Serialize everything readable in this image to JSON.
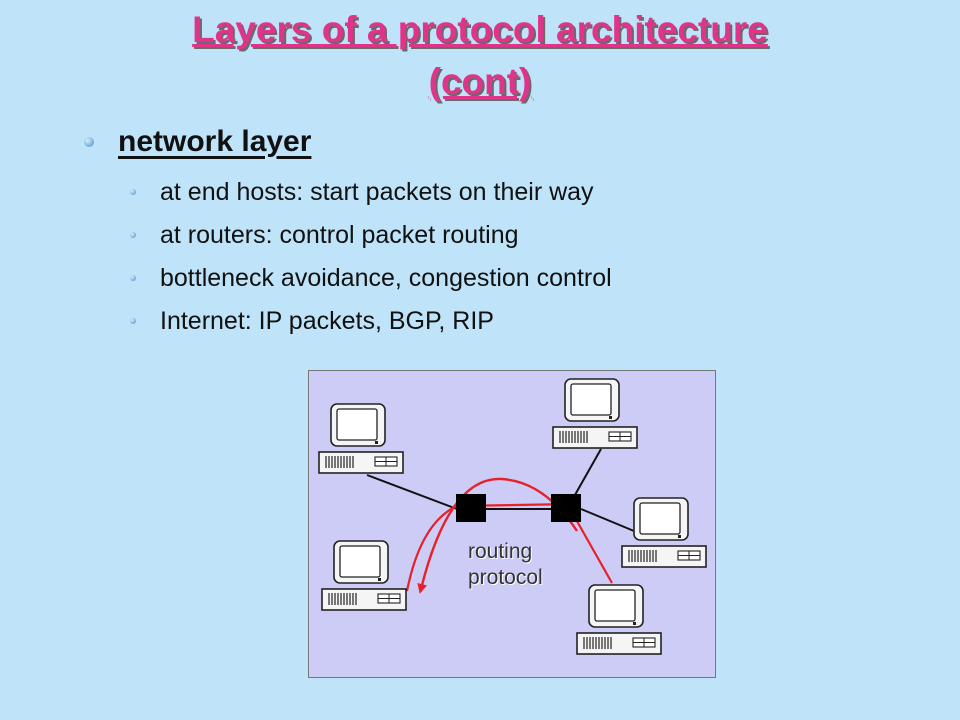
{
  "title": {
    "line1": "Layers of a protocol architecture",
    "line2": "(cont)"
  },
  "main_bullet": "network layer",
  "sub_bullets": [
    "at end hosts: start packets on their way",
    "at routers: control packet routing",
    "bottleneck avoidance, congestion control",
    "Internet: IP packets, BGP, RIP"
  ],
  "diagram": {
    "label_line1": "routing",
    "label_line2": "protocol",
    "colors": {
      "background": "#ccccf6",
      "router": "#000000",
      "routing_path": "#e8202a",
      "link": "#111111"
    }
  }
}
